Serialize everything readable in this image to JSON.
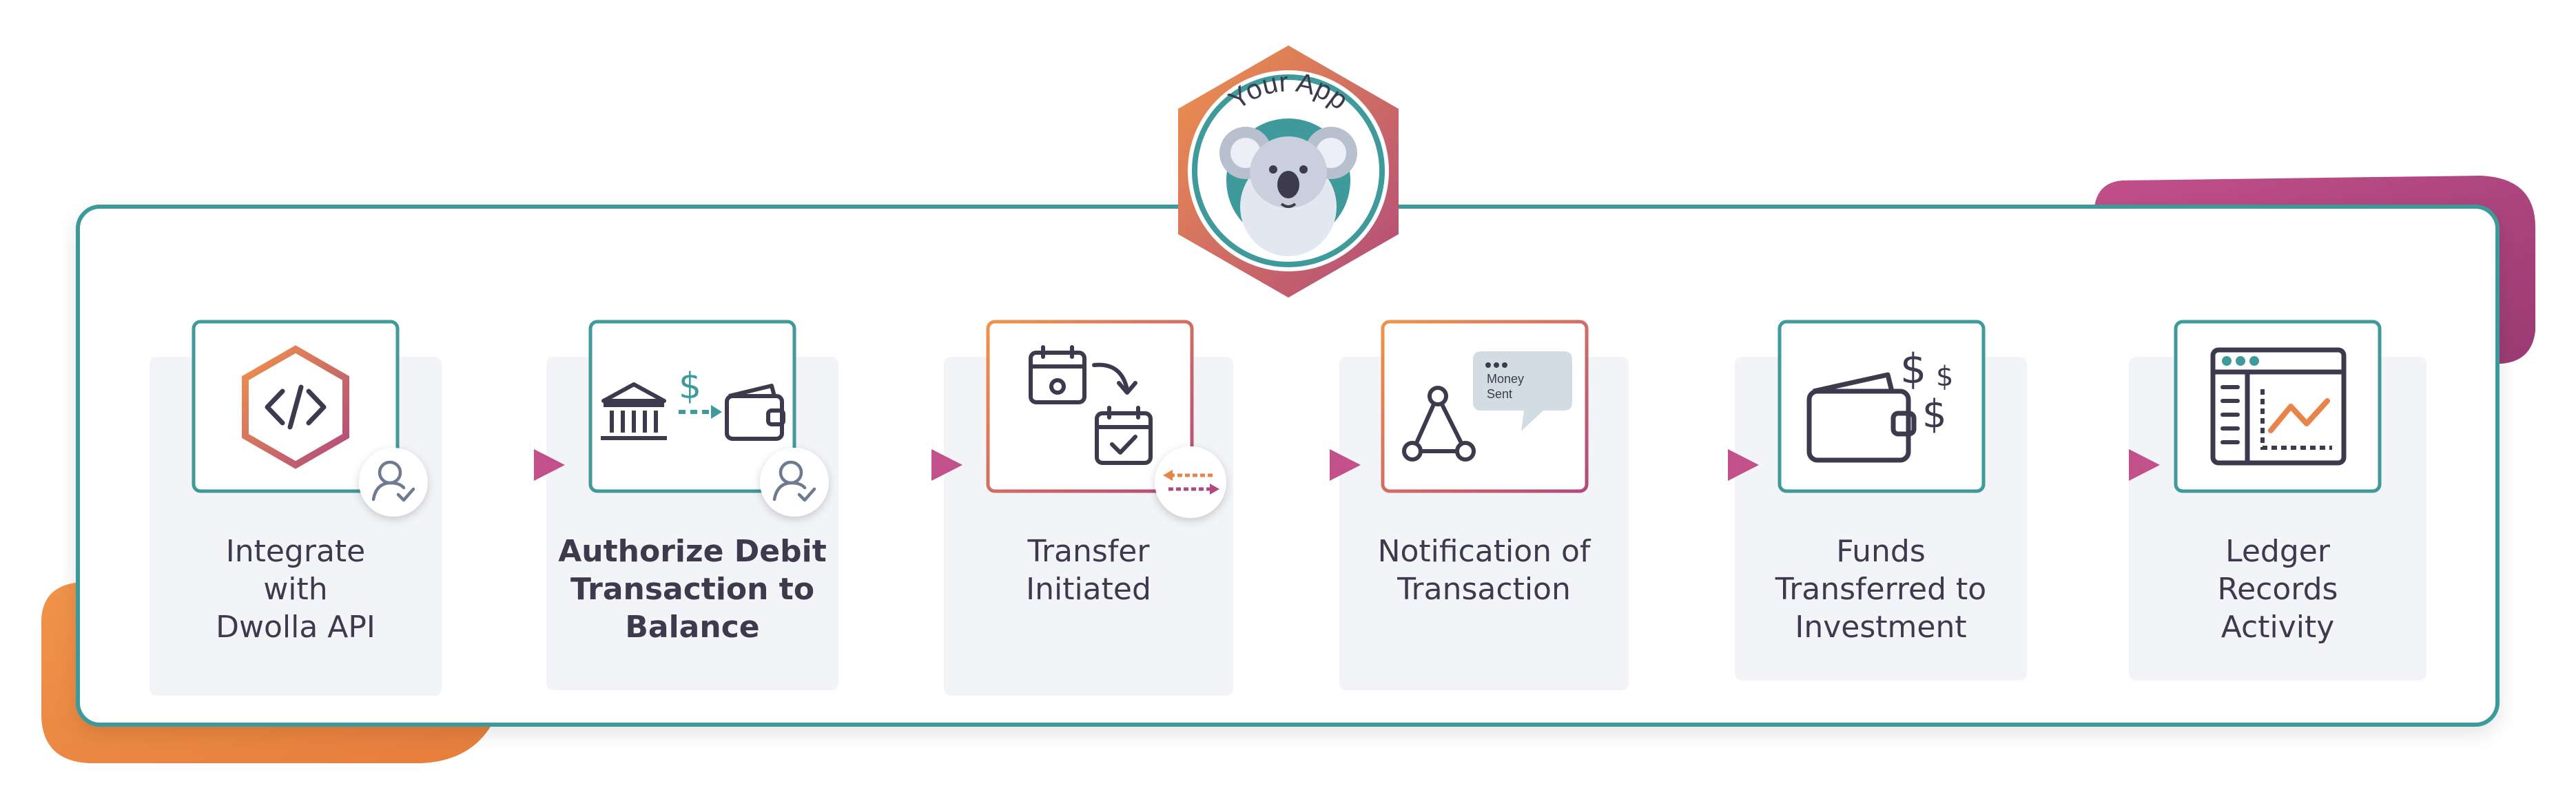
{
  "app": {
    "badge_text": "Your App",
    "mascot_icon": "koala-icon"
  },
  "steps": [
    {
      "label": "Integrate\nwith\nDwolla API",
      "icon": "code-hexagon-icon",
      "badge": "user-check-icon",
      "bold": false
    },
    {
      "label": "Authorize Debit\nTransaction to\nBalance",
      "icon": "bank-to-wallet-icon",
      "badge": "user-check-icon",
      "bold": true
    },
    {
      "label": "Transfer\nInitiated",
      "icon": "calendar-transfer-icon",
      "badge": "exchange-arrows-icon",
      "bold": false
    },
    {
      "label": "Notification of\nTransaction",
      "icon": "notification-network-icon",
      "bubble_text_line1": "Money",
      "bubble_text_line2": "Sent",
      "bold": false
    },
    {
      "label": "Funds\nTransferred to\nInvestment",
      "icon": "wallet-dollar-icon",
      "bold": false
    },
    {
      "label": "Ledger\nRecords\nActivity",
      "icon": "ledger-chart-icon",
      "bold": false
    }
  ],
  "colors": {
    "teal": "#3e9a9b",
    "orange": "#e8844a",
    "magenta": "#b04a7c",
    "dark": "#3d3a4e",
    "card_bg": "#f2f4f8"
  }
}
